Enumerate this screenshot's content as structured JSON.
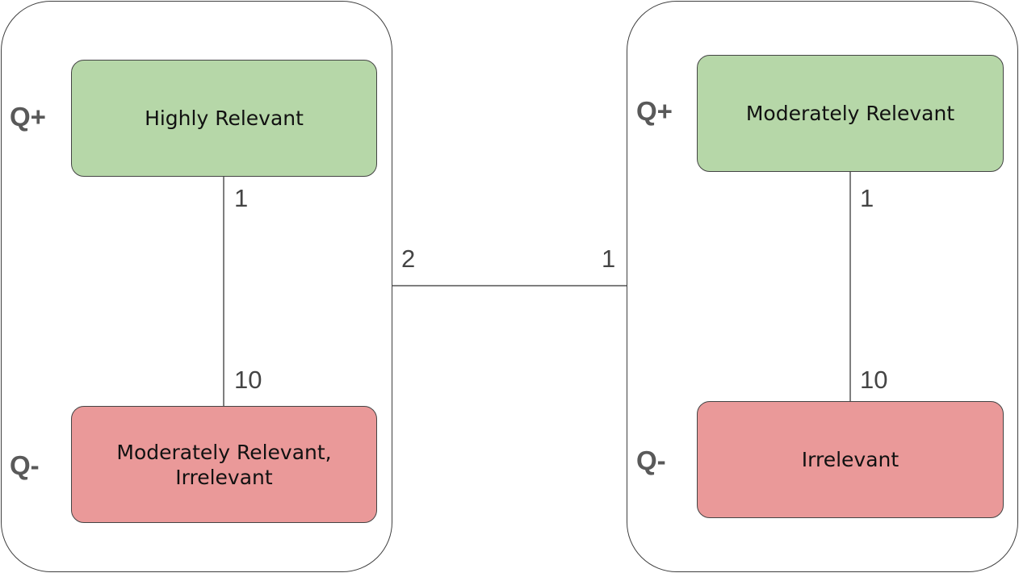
{
  "left_group": {
    "top_label": "Q+",
    "bottom_label": "Q-",
    "top_box": "Highly Relevant",
    "bottom_box": "Moderately Relevant,\nIrrelevant",
    "weight_top": "1",
    "weight_bottom": "10"
  },
  "right_group": {
    "top_label": "Q+",
    "bottom_label": "Q-",
    "top_box": "Moderately Relevant",
    "bottom_box": "Irrelevant",
    "weight_top": "1",
    "weight_bottom": "10"
  },
  "between_groups": {
    "weight_left": "2",
    "weight_right": "1"
  },
  "colors": {
    "positive_box": "#b6d7a8",
    "negative_box": "#ea9999",
    "border": "#444444",
    "label_text": "#595959"
  }
}
